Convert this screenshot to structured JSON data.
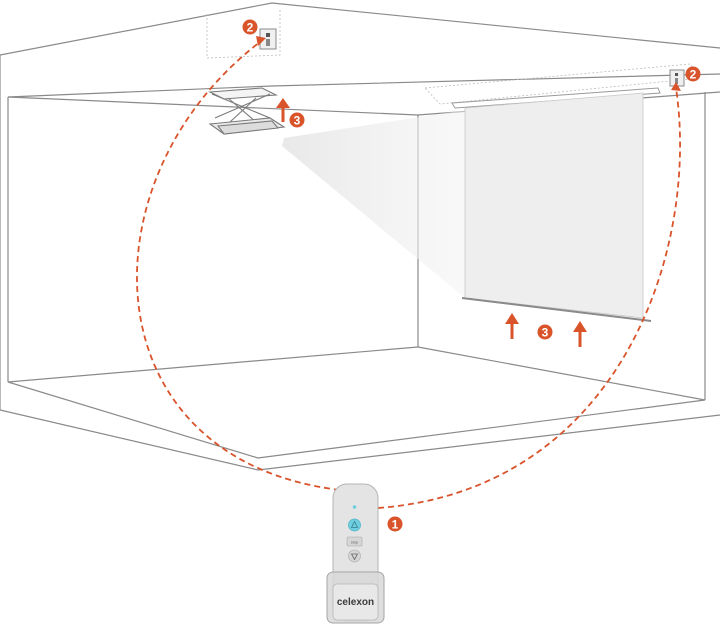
{
  "colors": {
    "accent": "#d9532b",
    "wall_line": "#8a8a8a",
    "screen_fill": "#eeeeee",
    "remote_body": "#e4e4e4",
    "remote_button": "#6fcfe0"
  },
  "icons": [
    "wall-receiver-icon",
    "projector-lift-icon",
    "arrow-up-icon",
    "remote-control-icon"
  ],
  "steps": {
    "remote": "1",
    "receiver_left": "2",
    "receiver_right": "2",
    "lift": "3",
    "screen": "3"
  },
  "remote": {
    "brand": "celexon",
    "middle_button_label": "stop"
  }
}
